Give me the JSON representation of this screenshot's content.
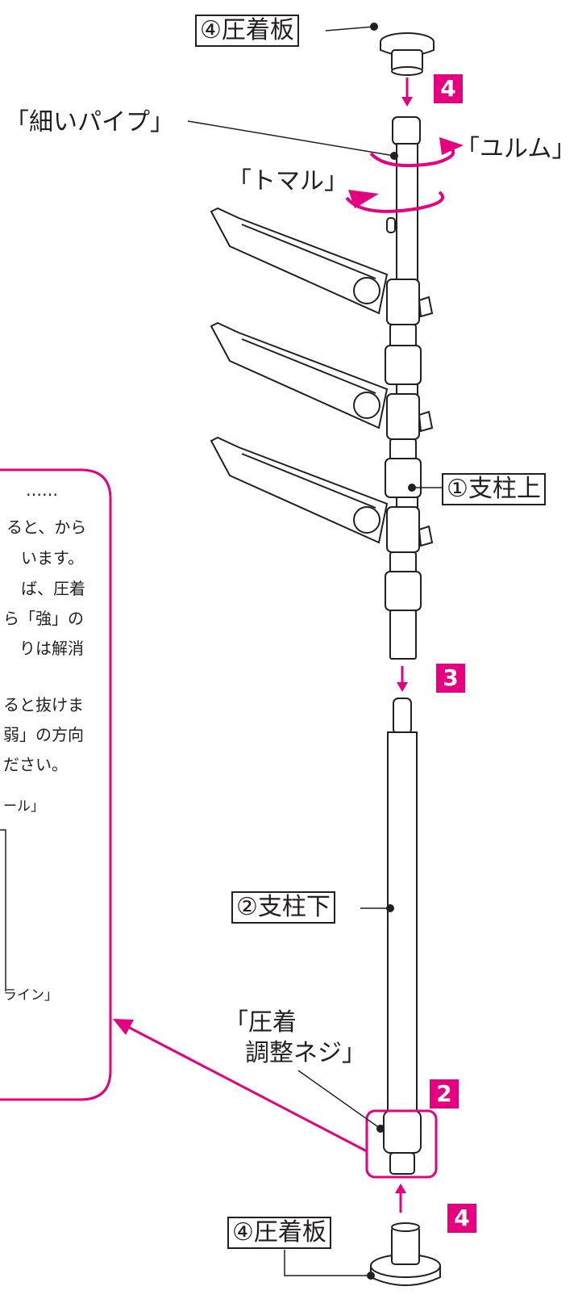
{
  "labels": {
    "plate_top": "④圧着板",
    "thin_pipe": "「細いパイプ」",
    "loosen": "「ユルム」",
    "tighten": "「トマル」",
    "upper_post": "①支柱上",
    "lower_post": "②支柱下",
    "adjust_screw_line1": "「圧着",
    "adjust_screw_line2": "調整ネジ」",
    "plate_bottom": "④圧着板"
  },
  "steps": {
    "step_top": "4",
    "step_mid": "3",
    "step_lower": "2",
    "step_bottom": "4"
  },
  "note": {
    "heading_dots": "……",
    "lines": [
      "ると、から",
      "います。",
      "ば、圧着",
      "ら「強」の",
      "りは解消",
      "ると抜けま",
      "弱」の方向",
      "ださい。"
    ],
    "seal_label": "ール」",
    "line_label": "ライン」"
  },
  "colors": {
    "accent": "#e4007f",
    "ink": "#231f20"
  }
}
